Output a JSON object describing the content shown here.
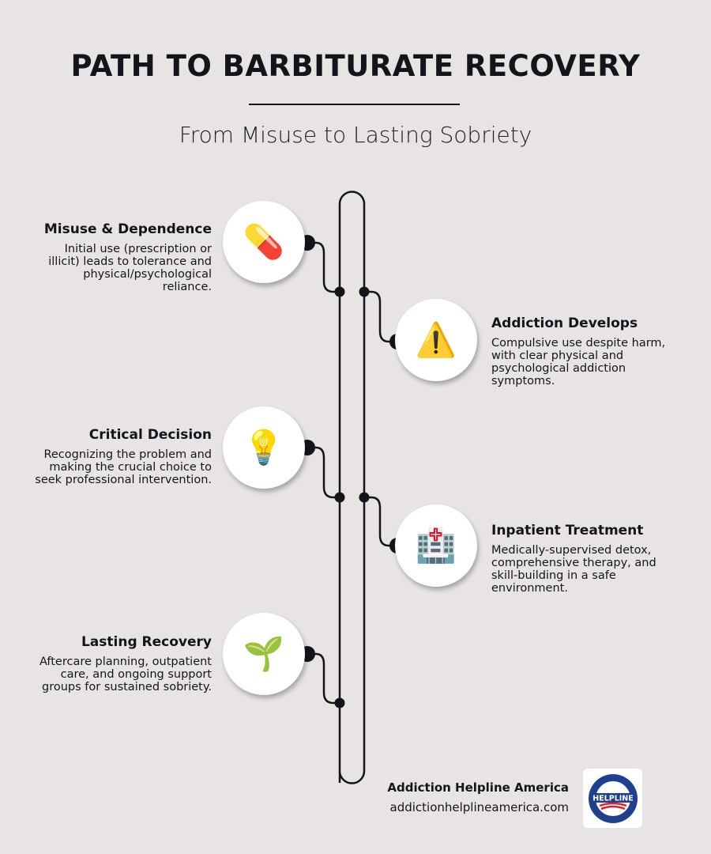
{
  "header": {
    "title": "PATH TO BARBITURATE RECOVERY",
    "subtitle": "From Misuse to Lasting Sobriety"
  },
  "steps": [
    {
      "title": "Misuse & Dependence",
      "text": "Initial use (prescription or illicit) leads to tolerance and physical/psychological reliance.",
      "icon": "pill-icon",
      "glyph": "💊"
    },
    {
      "title": "Addiction Develops",
      "text": "Compulsive use despite harm, with clear physical and psychological addiction symptoms.",
      "icon": "warning-icon",
      "glyph": "⚠️"
    },
    {
      "title": "Critical Decision",
      "text": "Recognizing the problem and making the crucial choice to seek professional intervention.",
      "icon": "lightbulb-icon",
      "glyph": "💡"
    },
    {
      "title": "Inpatient Treatment",
      "text": "Medically-supervised detox, comprehensive therapy, and skill-building in a safe environment.",
      "icon": "hospital-icon",
      "glyph": "🏥"
    },
    {
      "title": "Lasting Recovery",
      "text": "Aftercare planning, outpatient care, and ongoing support groups for sustained sobriety.",
      "icon": "seedling-icon",
      "glyph": "🌱"
    }
  ],
  "footer": {
    "brand": "Addiction Helpline America",
    "url": "addictionhelplineamerica.com",
    "logo_text": "HELPLINE"
  },
  "colors": {
    "background": "#e7e4e3",
    "line": "#14141c",
    "logo_blue": "#1f3f8f"
  }
}
